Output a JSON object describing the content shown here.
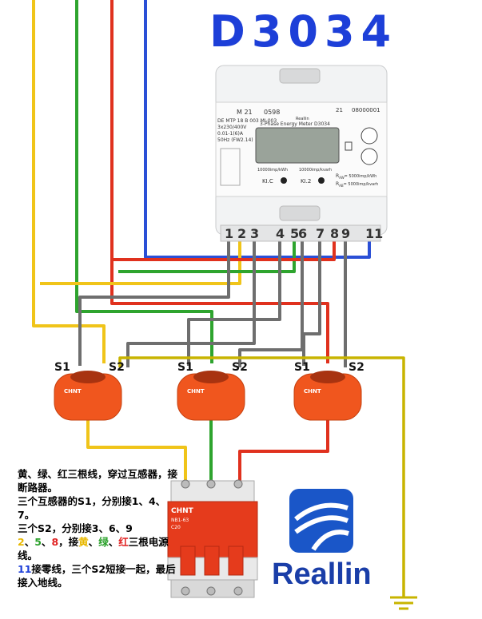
{
  "title": "D3034",
  "meter": {
    "cert": "M 21",
    "code": "0598",
    "brand_small": "Reallin",
    "year": "21",
    "serial": "08000001",
    "model_line": "DE MTP 18 B 003 MI-003",
    "voltage": "3x230/400V",
    "current": "0.01-1(6)A",
    "freq": "50Hz  (FW2.14)",
    "name": "3-Phase Energy Meter  D3034",
    "kl_c": "KI.C",
    "kl_2": "KI.2",
    "imp1": "10000imp/kWh",
    "imp2": "10000imp/kvarh",
    "raw_lbl": "R",
    "raw_sub": "AW",
    "raw_val": "= 5000imp/kWh",
    "rab_lbl": "R",
    "rab_sub": "AB",
    "rab_val": "= 5000imp/kvarh",
    "terminals": [
      "1",
      "2",
      "3",
      "4",
      "5",
      "6",
      "7",
      "8",
      "9",
      "11"
    ]
  },
  "ct": [
    {
      "s1": "S1",
      "s2": "S2",
      "brand": "CHNT"
    },
    {
      "s1": "S1",
      "s2": "S2",
      "brand": "CHNT"
    },
    {
      "s1": "S1",
      "s2": "S2",
      "brand": "CHNT"
    }
  ],
  "breaker": {
    "brand": "CHNT",
    "model": "NB1-63",
    "rating": "C20"
  },
  "notes": [
    [
      {
        "t": "黄、绿、红三根线，穿过互感器，接断路器。",
        "c": "#000000"
      }
    ],
    [
      {
        "t": "三个互感器的",
        "c": "#000000"
      },
      {
        "t": "S1",
        "c": "#000000"
      },
      {
        "t": "，分别接",
        "c": "#000000"
      },
      {
        "t": "1",
        "c": "#000000"
      },
      {
        "t": "、",
        "c": "#000000"
      },
      {
        "t": "4",
        "c": "#000000"
      },
      {
        "t": "、",
        "c": "#000000"
      },
      {
        "t": "7",
        "c": "#000000"
      },
      {
        "t": "。",
        "c": "#000000"
      }
    ],
    [
      {
        "t": "三个",
        "c": "#000000"
      },
      {
        "t": "S2",
        "c": "#000000"
      },
      {
        "t": "，分别接",
        "c": "#000000"
      },
      {
        "t": "3",
        "c": "#000000"
      },
      {
        "t": "、",
        "c": "#000000"
      },
      {
        "t": "6",
        "c": "#000000"
      },
      {
        "t": "、",
        "c": "#000000"
      },
      {
        "t": "9",
        "c": "#000000"
      }
    ],
    [
      {
        "t": "2",
        "c": "#e8b800"
      },
      {
        "t": "、",
        "c": "#000000"
      },
      {
        "t": "5",
        "c": "#2aa02a"
      },
      {
        "t": "、",
        "c": "#000000"
      },
      {
        "t": "8",
        "c": "#e02020"
      },
      {
        "t": "，接",
        "c": "#000000"
      },
      {
        "t": "黄",
        "c": "#e8b800"
      },
      {
        "t": "、",
        "c": "#000000"
      },
      {
        "t": "绿",
        "c": "#2aa02a"
      },
      {
        "t": "、",
        "c": "#000000"
      },
      {
        "t": "红",
        "c": "#e02020"
      },
      {
        "t": "三根电源线。",
        "c": "#000000"
      }
    ],
    [
      {
        "t": "11",
        "c": "#1d3fd8"
      },
      {
        "t": "接零线，三个",
        "c": "#000000"
      },
      {
        "t": "S2",
        "c": "#000000"
      },
      {
        "t": "短接一起，最后接入地线。",
        "c": "#000000"
      }
    ]
  ],
  "logo_text": "Reallin",
  "colors": {
    "yellow": "#f0c419",
    "green": "#2ea42e",
    "red": "#e0311e",
    "blue": "#2a4fd6",
    "gray": "#6e6e6e",
    "ground": "#c8b400",
    "ct_orange": "#f0561e",
    "title_blue": "#1d3fd8"
  }
}
